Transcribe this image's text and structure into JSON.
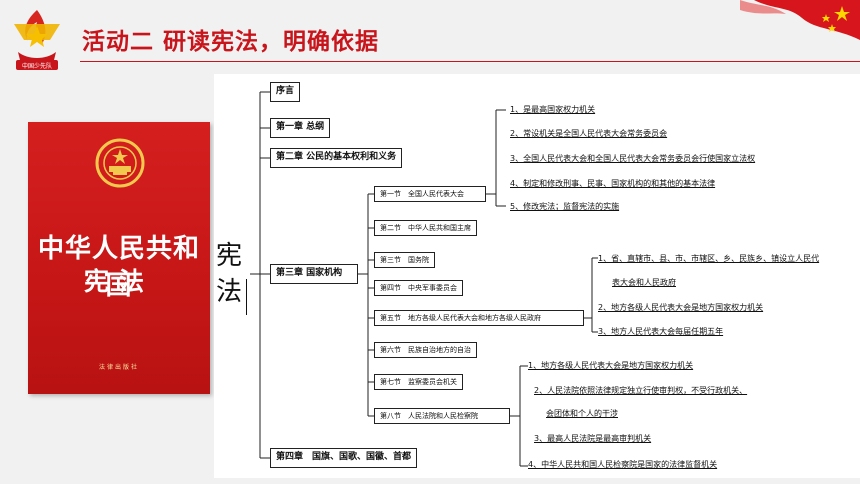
{
  "header": {
    "title": "活动二 研读宪法，明确依据",
    "logo_text": "中国少先队"
  },
  "book": {
    "title": "中华人民共和国",
    "subtitle": "宪法",
    "publisher": "法律出版社"
  },
  "diagram": {
    "root": [
      "宪",
      "法"
    ],
    "chapters": [
      "序言",
      "第一章 总纲",
      "第二章 公民的基本权利和义务",
      "第三章 国家机构",
      "第四章　国旗、国歌、国徽、首都"
    ],
    "sections": [
      "第一节　全国人民代表大会",
      "第二节　中华人民共和国主席",
      "第三节　国务院",
      "第四节　中央军事委员会",
      "第五节　地方各级人民代表大会和地方各级人民政府",
      "第六节　民族自治地方的自治",
      "第七节　监察委员会机关",
      "第八节　人民法院和人民检察院"
    ],
    "npc_items": [
      "1、是最高国家权力机关",
      "2、常设机关是全国人民代表大会常务委员会",
      "3、全国人民代表大会和全国人民代表大会常务委员会行使国家立法权",
      "4、制定和修改刑事、民事、国家机构的和其他的基本法律",
      "5、修改宪法；监督宪法的实施"
    ],
    "local_items": [
      "1、省、直辖市、县、市、市辖区、乡、民族乡、镇设立人民代",
      "表大会和人民政府",
      "2、地方各级人民代表大会是地方国家权力机关",
      "3、地方人民代表大会每届任期五年"
    ],
    "court_items": [
      "1、地方各级人民代表大会是地方国家权力机关",
      "2、人民法院依照法律规定独立行使审判权，不受行政机关、",
      "会团体和个人的干涉",
      "3、最高人民法院是最高审判机关",
      "4、中华人民共和国人民检察院是国家的法律监督机关"
    ]
  }
}
